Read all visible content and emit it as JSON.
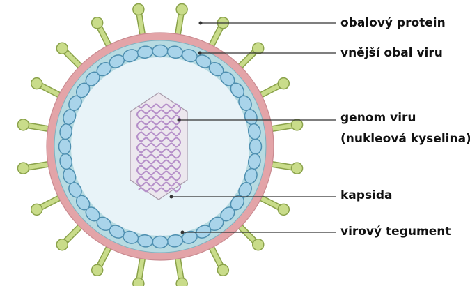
{
  "labels": {
    "envelope_protein": "obalový protein",
    "outer_envelope": "vnější obal viru",
    "genome_line1": "genom viru",
    "genome_line2": "(nukleová kyselina)",
    "capsid": "kapsida",
    "tegument": "virový tegument"
  },
  "colors": {
    "envelope": "#e3a4a8",
    "envelope_inner": "#b7dbe2",
    "interior": "#e8f3f8",
    "capsomere_fill": "#a9d4ea",
    "capsomere_stroke": "#4e8fb0",
    "spike_fill": "#c9dc8a",
    "spike_stroke": "#8aa24a",
    "genome_box": "#ece7ee",
    "genome_strand": "#b58fc9",
    "leader": "#333333"
  }
}
